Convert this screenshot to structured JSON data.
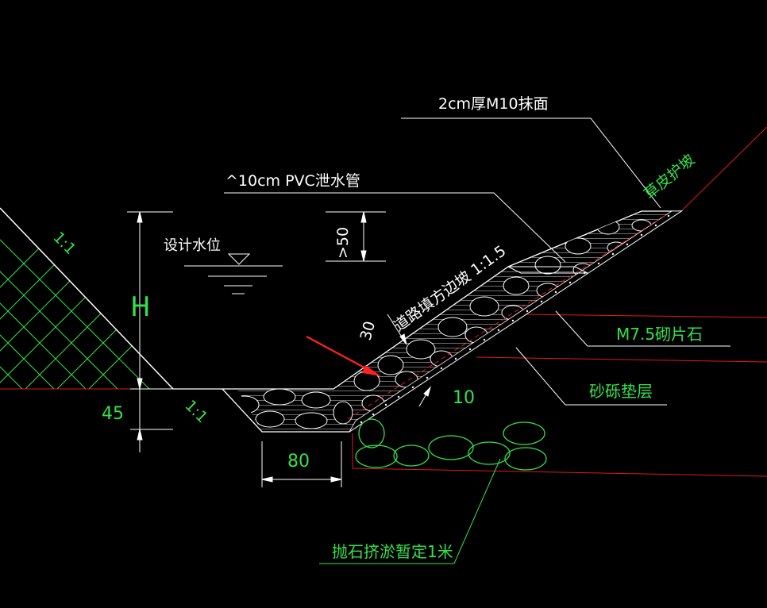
{
  "labels": {
    "mortar_surface": "2cm厚M10抹面",
    "grass_slope": "草皮护坡",
    "pvc_drain": "^10cm PVC泄水管",
    "design_water_level": "设计水位",
    "dim_50": ">50",
    "dim_H": "H",
    "slope_1_1_left": "1:1",
    "road_fill_slope": "道路填方边坡 1:1.5",
    "dim_30": "30",
    "rubble": "M7.5砌片石",
    "gravel_cushion": "砂砾垫层",
    "dim_10": "10",
    "dim_45": "45",
    "slope_1_1_bottom": "1:1",
    "dim_80": "80",
    "riprap": "抛石挤淤暂定1米"
  },
  "colors": {
    "background": "#000000",
    "line_white": "#ffffff",
    "line_green": "#33e24a",
    "line_red": "#e01919",
    "arrow_red": "#ff2020"
  }
}
